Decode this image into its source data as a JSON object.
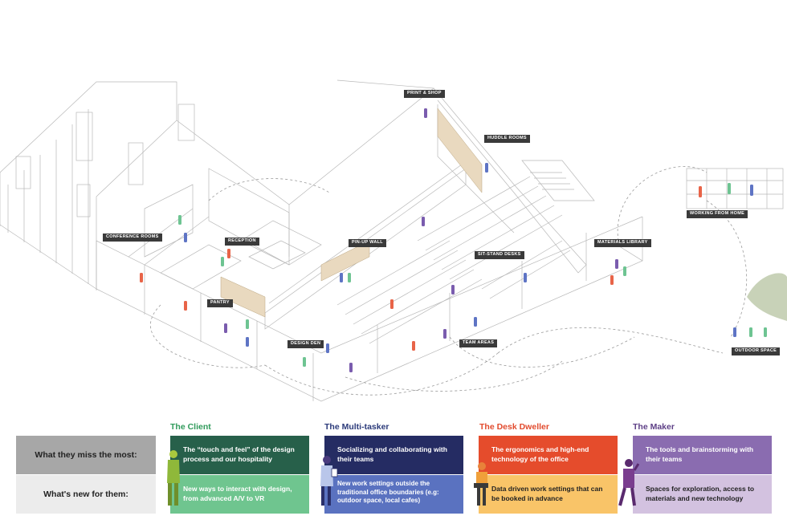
{
  "plan_labels": {
    "print_shop": "PRINT & SHOP",
    "huddle_rooms": "HUDDLE ROOMS",
    "working_from_home": "WORKING FROM HOME",
    "conference_rooms": "CONFERENCE ROOMS",
    "reception": "RECEPTION",
    "pin_up_wall": "PIN-UP WALL",
    "sit_stand_desks": "SIT-STAND DESKS",
    "materials_library": "MATERIALS LIBRARY",
    "pantry": "PANTRY",
    "design_den": "DESIGN DEN",
    "team_areas": "TEAM AREAS",
    "outdoor_space": "OUTDOOR SPACE"
  },
  "matrix": {
    "row_labels": [
      "What they miss the most:",
      "What's new for them:"
    ],
    "personas": [
      {
        "title": "The Client",
        "title_color": "#2f9a5a",
        "miss_color": "#27604a",
        "new_color": "#6fc58f",
        "miss": "The “touch and feel” of the design process and our hospitality",
        "new": "New ways to interact with design, from advanced A/V to VR"
      },
      {
        "title": "The Multi-tasker",
        "title_color": "#2b3a7a",
        "miss_color": "#252c63",
        "new_color": "#5a72c0",
        "miss": "Socializing and collaborating with their teams",
        "new": "New work settings outside the traditional office boundaries (e.g: outdoor space, local cafes)"
      },
      {
        "title": "The Desk Dweller",
        "title_color": "#e24b2e",
        "miss_color": "#e54c2c",
        "new_color": "#f9c468",
        "miss": "The ergonomics and high-end technology of the office",
        "new": "Data driven work settings that can be booked in advance"
      },
      {
        "title": "The Maker",
        "title_color": "#5d3f86",
        "miss_color": "#8a6cb0",
        "new_color": "#d3c2e0",
        "miss": "The tools and brainstorming with their teams",
        "new": "Spaces for exploration, access to materials and new technology"
      }
    ]
  }
}
